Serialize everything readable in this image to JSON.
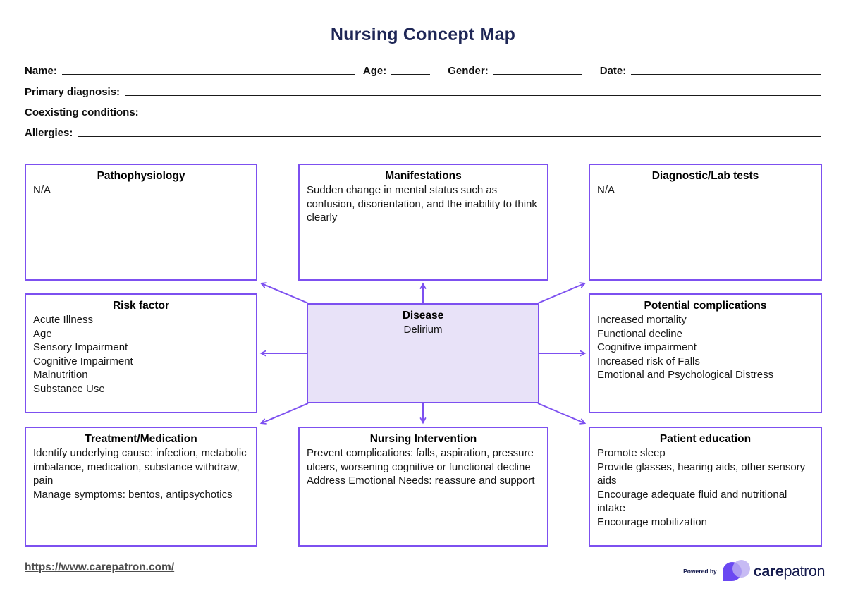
{
  "page": {
    "title": "Nursing Concept Map"
  },
  "patient_form": {
    "fields": [
      {
        "label": "Name:",
        "value": ""
      },
      {
        "label": "Age:",
        "value": ""
      },
      {
        "label": "Gender:",
        "value": ""
      },
      {
        "label": "Date:",
        "value": ""
      },
      {
        "label": "Primary diagnosis:",
        "value": ""
      },
      {
        "label": "Coexisting conditions:",
        "value": ""
      },
      {
        "label": "Allergies:",
        "value": ""
      }
    ]
  },
  "concept_map": {
    "center": {
      "title": "Disease",
      "text": "Delirium"
    },
    "boxes": [
      {
        "id": "pathophysiology",
        "title": "Pathophysiology",
        "text": "N/A"
      },
      {
        "id": "manifestations",
        "title": "Manifestations",
        "text": "Sudden change in mental status such as confusion, disorientation, and the inability to think clearly"
      },
      {
        "id": "diagnostic-lab-tests",
        "title": "Diagnostic/Lab tests",
        "text": "N/A"
      },
      {
        "id": "risk-factor",
        "title": "Risk factor",
        "text": "Acute Illness\nAge\nSensory Impairment\nCognitive Impairment\nMalnutrition\nSubstance Use"
      },
      {
        "id": "potential-complications",
        "title": "Potential complications",
        "text": "Increased mortality\nFunctional decline\nCognitive impairment\nIncreased risk of Falls\nEmotional and Psychological Distress"
      },
      {
        "id": "treatment-medication",
        "title": "Treatment/Medication",
        "text": "Identify underlying cause: infection, metabolic imbalance, medication, substance withdraw, pain\nManage symptoms: bentos, antipsychotics"
      },
      {
        "id": "nursing-intervention",
        "title": "Nursing Intervention",
        "text": "Prevent complications: falls, aspiration, pressure ulcers, worsening cognitive or functional decline\nAddress Emotional Needs: reassure and support"
      },
      {
        "id": "patient-education",
        "title": "Patient education",
        "text": "Promote sleep\nProvide glasses, hearing aids, other sensory aids\nEncourage adequate fluid and nutritional intake\nEncourage mobilization"
      }
    ]
  },
  "footer": {
    "link": "https://www.carepatron.com/",
    "powered_by": "Powered by",
    "brand_care": "care",
    "brand_patron": "patron"
  },
  "colors": {
    "accent_purple": "#7D50F0",
    "center_box_fill": "#E8E2F8",
    "title_navy": "#1E2656",
    "brand_navy": "#151B4E",
    "link_gray": "#4D4D4D"
  }
}
